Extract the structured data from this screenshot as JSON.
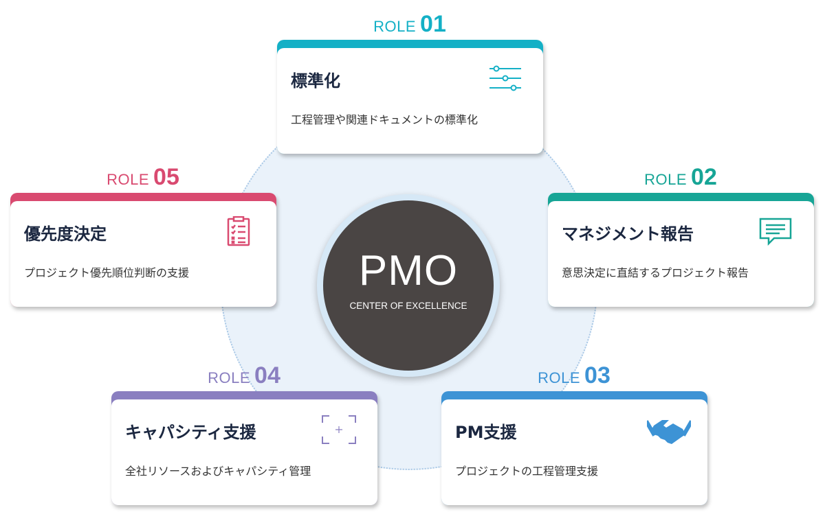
{
  "center": {
    "title": "PMO",
    "subtitle": "CENTER OF EXCELLENCE"
  },
  "roles": [
    {
      "role": "ROLE",
      "number": "01",
      "title": "標準化",
      "description": "工程管理や関連ドキュメントの標準化",
      "icon": "sliders-icon",
      "color": "#14b0c6"
    },
    {
      "role": "ROLE",
      "number": "02",
      "title": "マネジメント報告",
      "description": "意思決定に直結するプロジェクト報告",
      "icon": "chat-report-icon",
      "color": "#17a596"
    },
    {
      "role": "ROLE",
      "number": "03",
      "title": "PM支援",
      "description": "プロジェクトの工程管理支援",
      "icon": "handshake-icon",
      "color": "#3d93d5"
    },
    {
      "role": "ROLE",
      "number": "04",
      "title": "キャパシティ支援",
      "description": "全社リソースおよびキャパシティ管理",
      "icon": "capacity-frame-icon",
      "color": "#8a7fc0"
    },
    {
      "role": "ROLE",
      "number": "05",
      "title": "優先度決定",
      "description": "プロジェクト優先順位判断の支援",
      "icon": "clipboard-checklist-icon",
      "color": "#d94a70"
    }
  ]
}
